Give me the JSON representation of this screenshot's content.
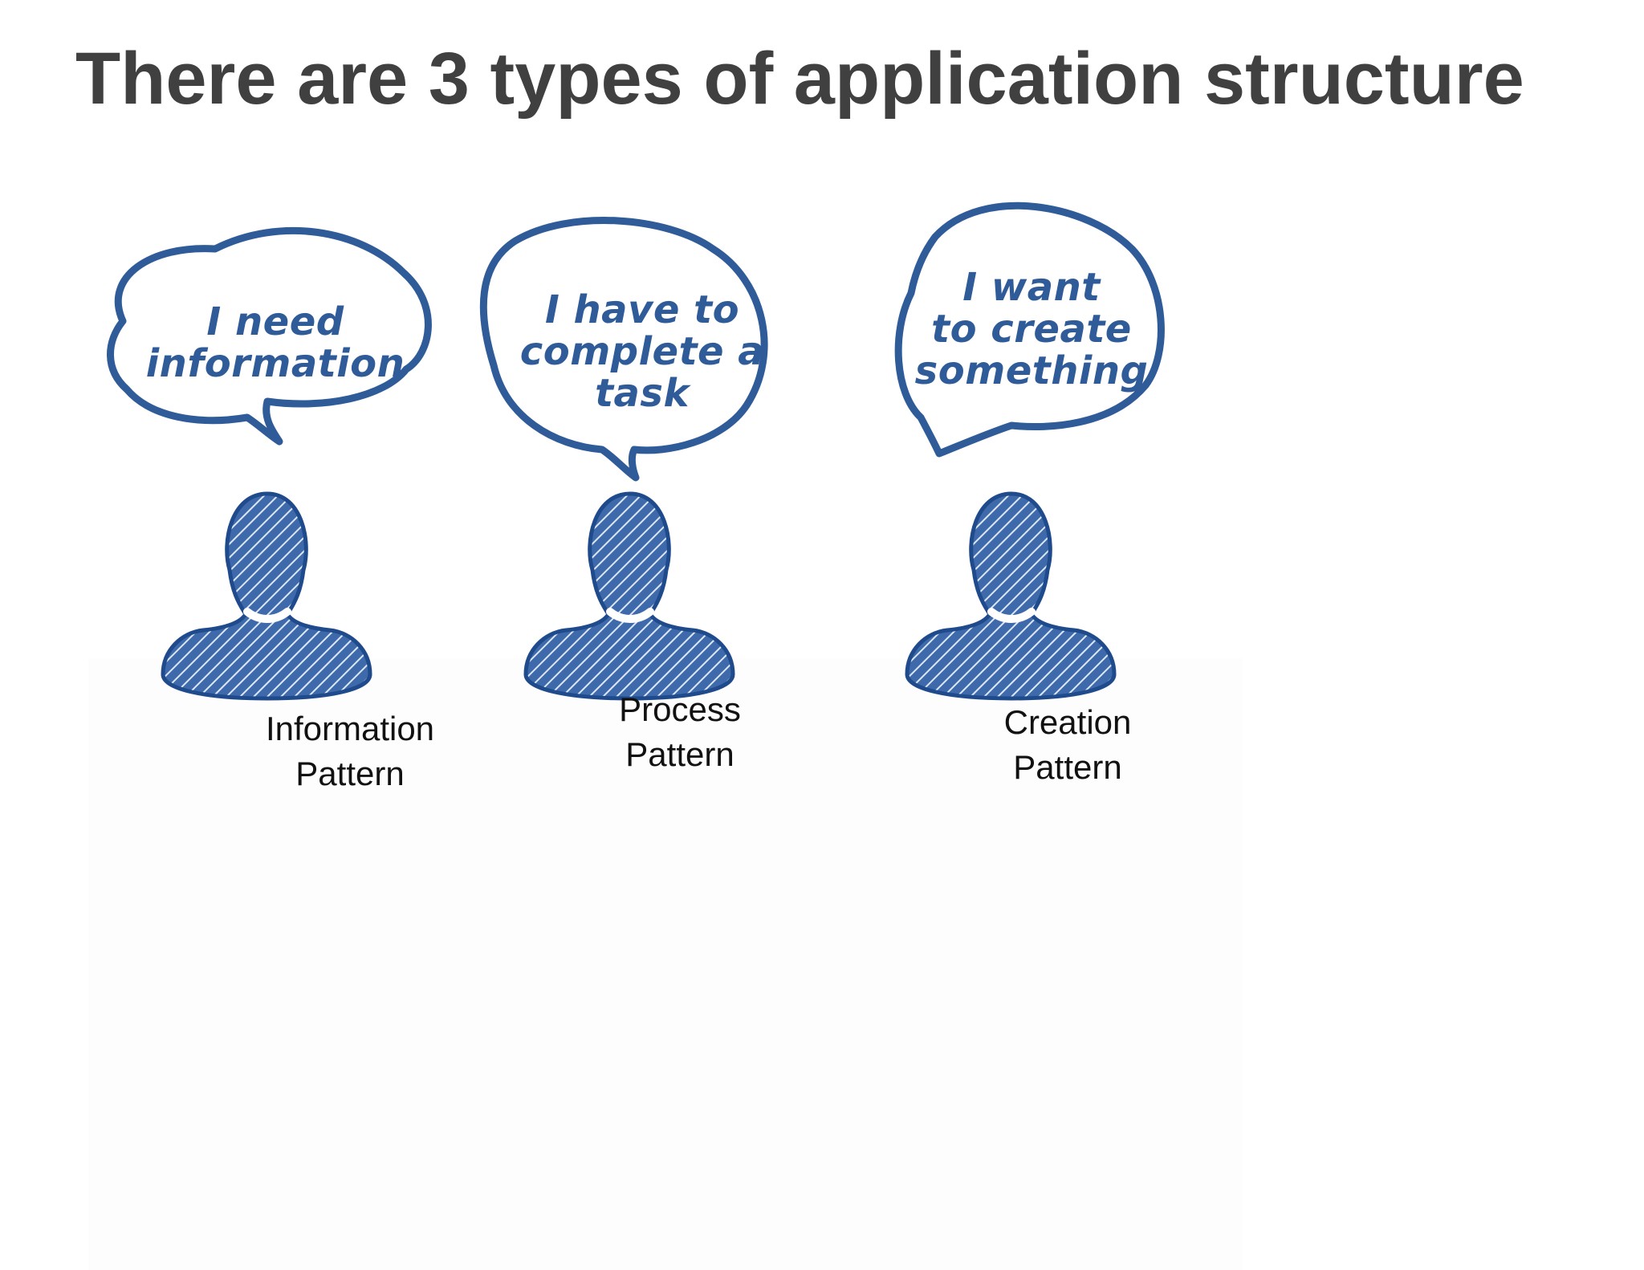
{
  "title": "There are 3 types of application structure",
  "colors": {
    "title": "#404040",
    "ink": "#2f5c99",
    "caption": "#111111"
  },
  "icons": {
    "thought_bubble": "speech-bubble-icon",
    "person": "person-bust-icon"
  },
  "patterns": [
    {
      "thought": "I need\ninformation",
      "caption": "Information\nPattern"
    },
    {
      "thought": "I have to\ncomplete a\ntask",
      "caption": "Process\nPattern"
    },
    {
      "thought": "I want\nto create\nsomething",
      "caption": "Creation\nPattern"
    }
  ]
}
